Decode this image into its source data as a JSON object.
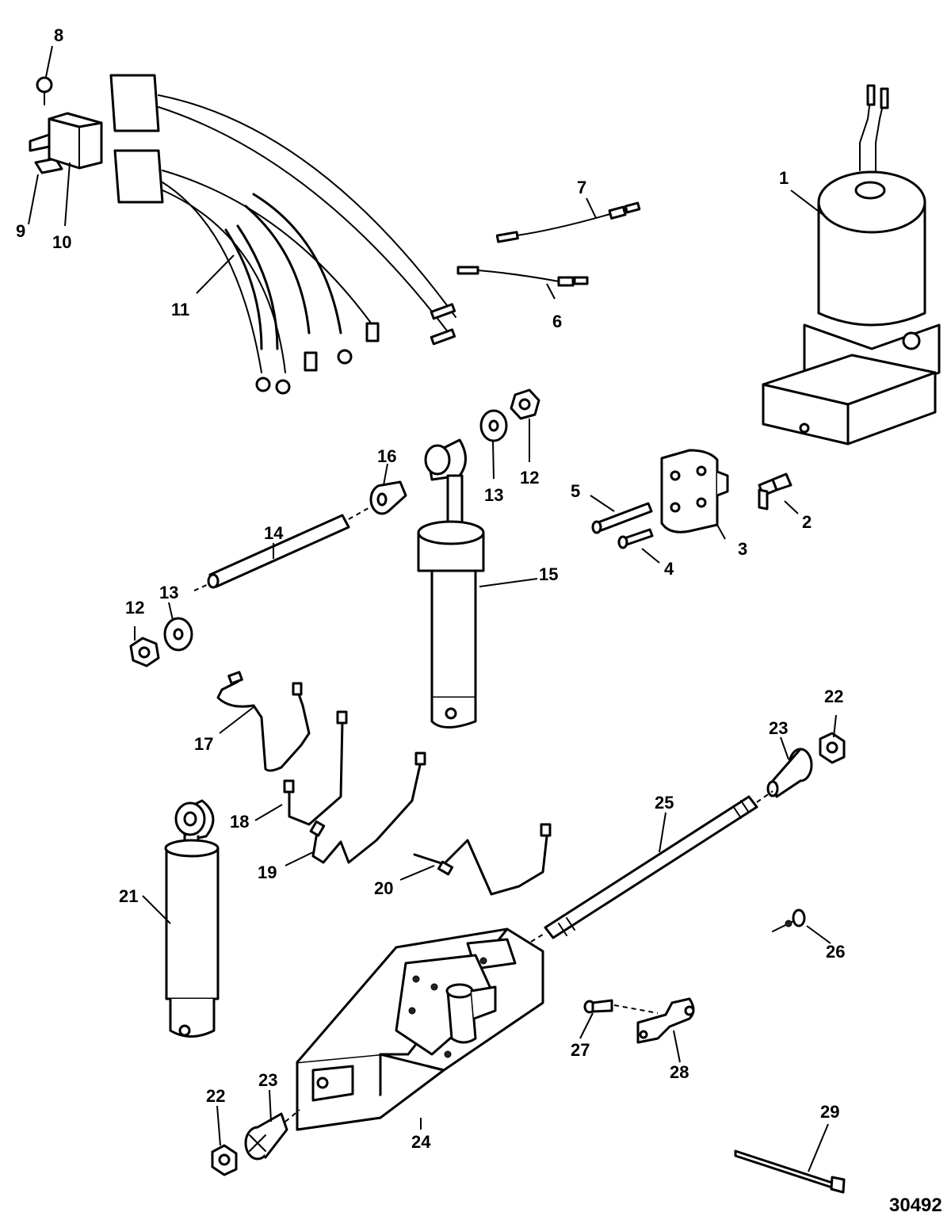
{
  "figure_number": "30492",
  "callouts": {
    "c1": "1",
    "c2": "2",
    "c3": "3",
    "c4": "4",
    "c5": "5",
    "c6": "6",
    "c7": "7",
    "c8": "8",
    "c9": "9",
    "c10": "10",
    "c11": "11",
    "c12a": "12",
    "c12b": "12",
    "c13a": "13",
    "c13b": "13",
    "c14": "14",
    "c15": "15",
    "c16": "16",
    "c17": "17",
    "c18": "18",
    "c19": "19",
    "c20": "20",
    "c21": "21",
    "c22a": "22",
    "c22b": "22",
    "c23a": "23",
    "c23b": "23",
    "c24": "24",
    "c25": "25",
    "c26": "26",
    "c27": "27",
    "c28": "28",
    "c29": "29"
  }
}
